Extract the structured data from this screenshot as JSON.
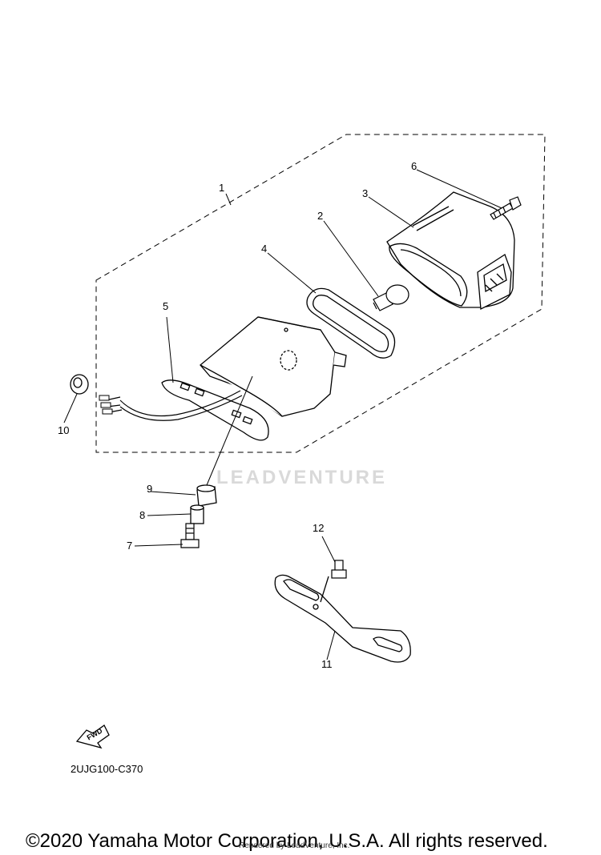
{
  "callouts": {
    "c1": "1",
    "c2": "2",
    "c3": "3",
    "c4": "4",
    "c5": "5",
    "c6": "6",
    "c7": "7",
    "c8": "8",
    "c9": "9",
    "c10": "10",
    "c11": "11",
    "c12": "12"
  },
  "watermark": "LEADVENTURE",
  "fwd_label": "FWD",
  "diagram_code": "2UJG100-C370",
  "copyright": "©2020 Yamaha Motor Corporation, U.S.A. All rights reserved.",
  "rendered_by": "Rendered by LeadVenture, Inc."
}
